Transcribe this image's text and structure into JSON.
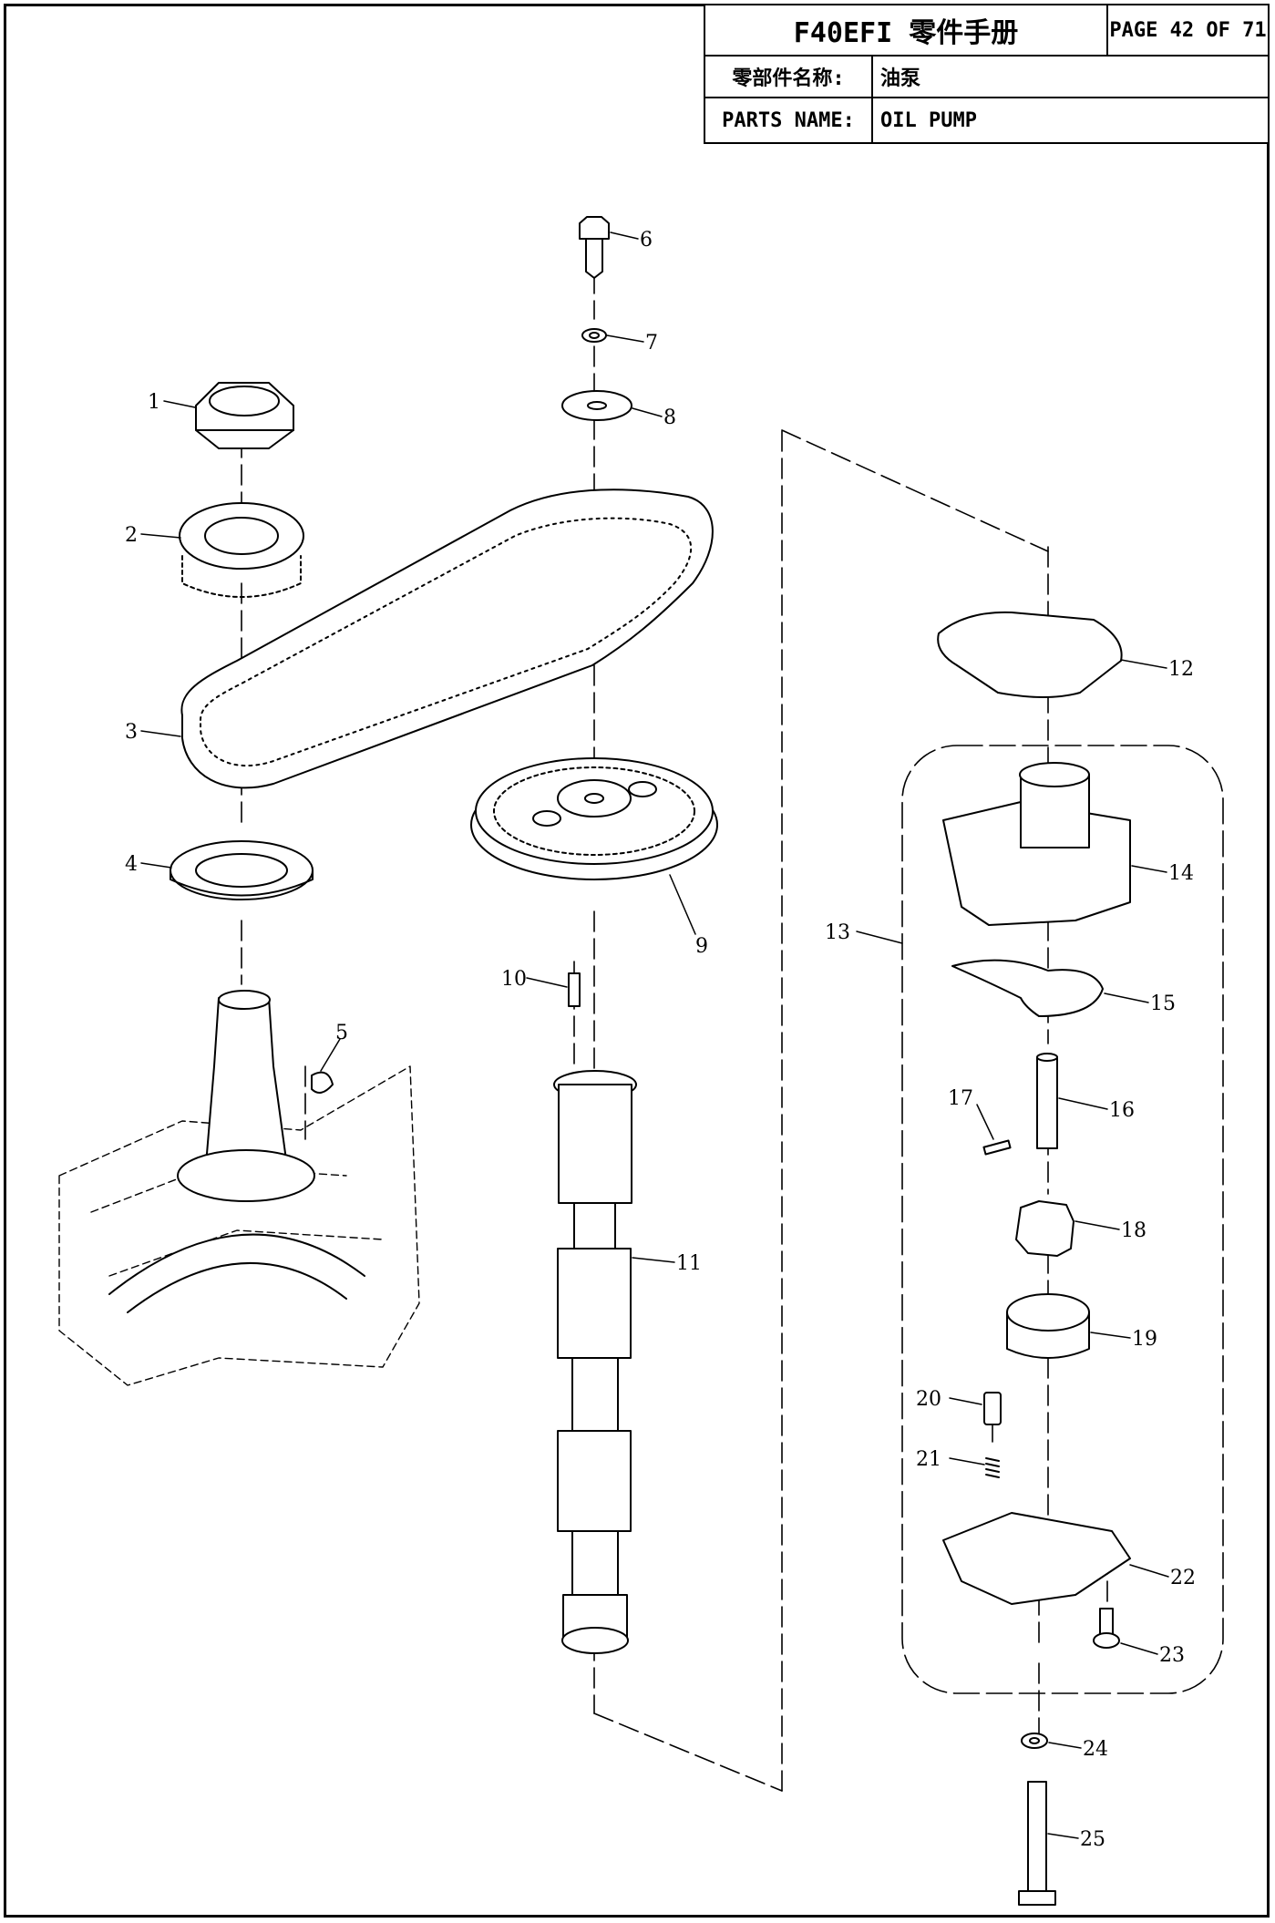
{
  "title_block": {
    "manual_title": "F40EFI 零件手册",
    "page": "PAGE 42 OF 71",
    "cn_name_label": "零部件名称:",
    "cn_name_value": "油泵",
    "en_name_label": "PARTS NAME:",
    "en_name_value": "OIL PUMP"
  },
  "callouts": [
    "1",
    "2",
    "3",
    "4",
    "5",
    "6",
    "7",
    "8",
    "9",
    "10",
    "11",
    "12",
    "13",
    "14",
    "15",
    "16",
    "17",
    "18",
    "19",
    "20",
    "21",
    "22",
    "23",
    "24",
    "25"
  ]
}
